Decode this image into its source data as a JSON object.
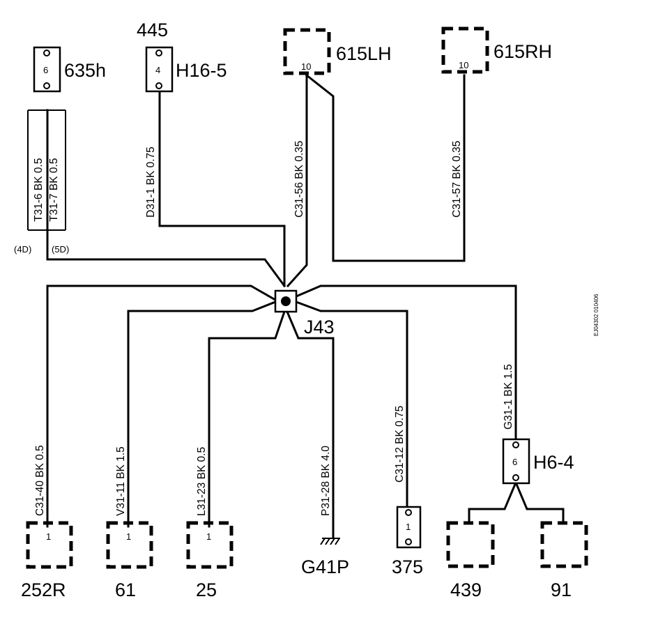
{
  "connectors": {
    "c635h": {
      "name": "635h",
      "pin": "6"
    },
    "h165": {
      "name": "H16-5",
      "pin": "4",
      "top_label": "445"
    },
    "c615lh": {
      "name": "615LH",
      "pin": "10"
    },
    "c615rh": {
      "name": "615RH",
      "pin": "10"
    },
    "h64": {
      "name": "H6-4",
      "pin": "6"
    },
    "c252r": {
      "name": "252R",
      "pin": "1"
    },
    "c61": {
      "name": "61",
      "pin": "1"
    },
    "c25": {
      "name": "25",
      "pin": "1"
    },
    "c375": {
      "name": "375",
      "pin": "1"
    },
    "c439": {
      "name": "439"
    },
    "c91": {
      "name": "91"
    }
  },
  "junction": {
    "name": "J43"
  },
  "ground": {
    "name": "G41P"
  },
  "wires": {
    "t316": "T31-6  BK  0.5",
    "t317": "T31-7  BK  0.5",
    "d311": "D31-1  BK  0.75",
    "c3156": "C31-56  BK  0.35",
    "c3157": "C31-57  BK  0.35",
    "c3140": "C31-40  BK  0.5",
    "v3111": "V31-11  BK  1.5",
    "l3123": "L31-23  BK  0.5",
    "p3128": "P31-28  BK  4.0",
    "c3112": "C31-12  BK  0.75",
    "g311": "G31-1  BK  1.5"
  },
  "variants": {
    "v4d": "(4D)",
    "v5d": "(5D)"
  },
  "doc_code": "EJ04302 010406"
}
